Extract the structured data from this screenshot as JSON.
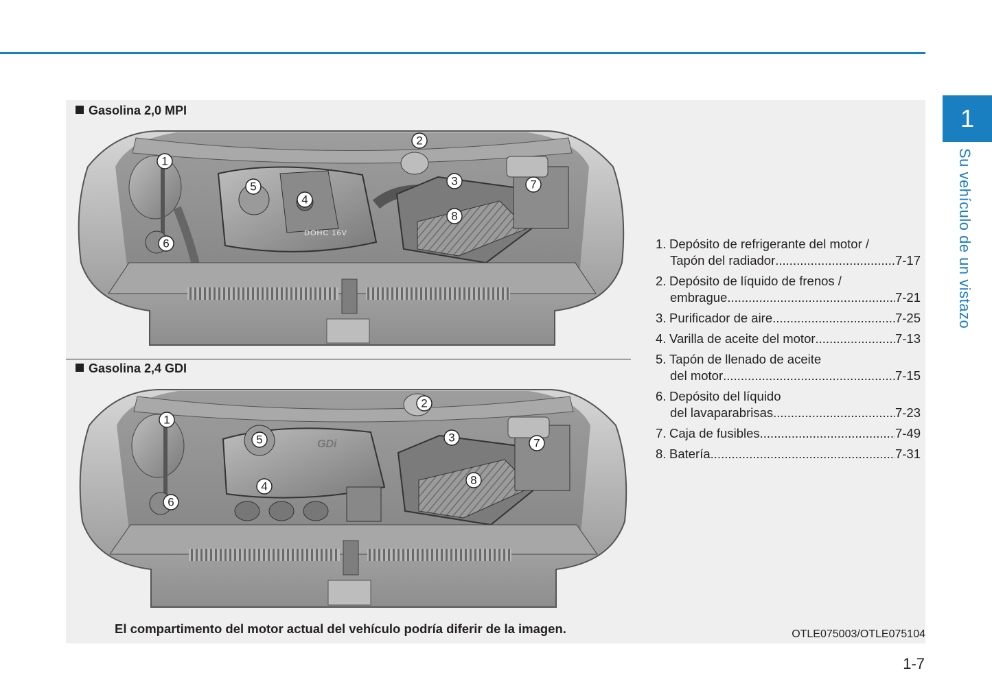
{
  "chapter": {
    "number": "1",
    "title": "Su vehículo de un vistazo"
  },
  "figures": [
    {
      "label": "Gasolina 2,0 MPI",
      "engine_text": "DOHC 16V"
    },
    {
      "label": "Gasolina 2,4 GDI",
      "engine_text": "GDi"
    }
  ],
  "badges": [
    "1",
    "2",
    "3",
    "4",
    "5",
    "6",
    "7",
    "8"
  ],
  "legend": [
    {
      "num": "1.",
      "line1": "Depósito de refrigerante del motor /",
      "line2": "Tapón del radiador",
      "page": "7-17"
    },
    {
      "num": "2.",
      "line1": "Depósito de líquido de frenos /",
      "line2": "embrague",
      "page": "7-21"
    },
    {
      "num": "3.",
      "line1": "Purificador de aire ",
      "line2": "",
      "page": "7-25"
    },
    {
      "num": "4.",
      "line1": "Varilla de aceite del motor ",
      "line2": "",
      "page": "7-13"
    },
    {
      "num": "5.",
      "line1": "Tapón de llenado de aceite",
      "line2": "del motor",
      "page": "7-15"
    },
    {
      "num": "6.",
      "line1": "Depósito del líquido",
      "line2": "del lavaparabrisas",
      "page": "7-23"
    },
    {
      "num": "7.",
      "line1": "Caja de fusibles ",
      "line2": "",
      "page": "7-49"
    },
    {
      "num": "8.",
      "line1": "Batería ",
      "line2": "",
      "page": "7-31"
    }
  ],
  "caption": "El compartimento del motor actual del vehículo podría diferir de la imagen.",
  "figure_code": "OTLE075003/OTLE075104",
  "page_number": "1-7"
}
